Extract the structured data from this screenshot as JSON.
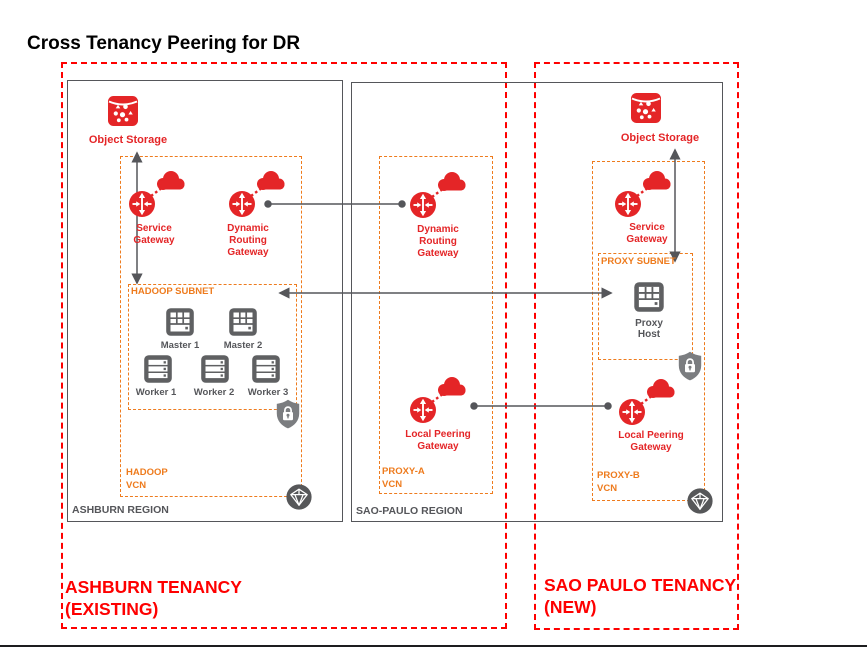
{
  "title": "Cross Tenancy Peering for DR",
  "colors": {
    "oracle_red": "#e42527",
    "tenancy_red": "#fe0000",
    "subnet_orange": "#ee7b1d",
    "icon_gray": "#5f6062",
    "line_gray": "#55565a"
  },
  "tenancies": {
    "ashburn": {
      "lines": [
        "ASHBURN TENANCY",
        "(EXISTING)"
      ]
    },
    "sao_paulo": {
      "lines": [
        "SAO PAULO TENANCY",
        "(NEW)"
      ]
    }
  },
  "regions": {
    "ashburn": {
      "label": "ASHBURN REGION"
    },
    "sao_paulo": {
      "label": "SAO-PAULO REGION"
    }
  },
  "object_storage": {
    "ashburn": {
      "label": "Object Storage"
    },
    "sao_paulo": {
      "label": "Object Storage"
    }
  },
  "vcns": {
    "hadoop": {
      "lines": [
        "HADOOP",
        "VCN"
      ]
    },
    "proxy_a": {
      "lines": [
        "PROXY-A",
        "VCN"
      ]
    },
    "proxy_b": {
      "lines": [
        "PROXY-B",
        "VCN"
      ]
    }
  },
  "subnets": {
    "hadoop": {
      "label": "HADOOP SUBNET"
    },
    "proxy": {
      "label": "PROXY SUBNET"
    }
  },
  "gateways": {
    "service_ashburn": {
      "lines": [
        "Service",
        "Gateway"
      ]
    },
    "drg_ashburn": {
      "lines": [
        "Dynamic",
        "Routing",
        "Gateway"
      ]
    },
    "drg_saopaulo": {
      "lines": [
        "Dynamic",
        "Routing",
        "Gateway"
      ]
    },
    "lpg_proxy_a": {
      "lines": [
        "Local Peering",
        "Gateway"
      ]
    },
    "service_saopaulo": {
      "lines": [
        "Service",
        "Gateway"
      ]
    },
    "lpg_proxy_b": {
      "lines": [
        "Local Peering",
        "Gateway"
      ]
    }
  },
  "hosts": {
    "master1": {
      "label": "Master 1"
    },
    "master2": {
      "label": "Master 2"
    },
    "worker1": {
      "label": "Worker 1"
    },
    "worker2": {
      "label": "Worker 2"
    },
    "worker3": {
      "label": "Worker 3"
    },
    "proxy_host": {
      "lines": [
        "Proxy",
        "Host"
      ]
    }
  },
  "icons": {
    "object_storage": "storage-cylinder-icon",
    "gateway": "gateway-router-cloud-icon",
    "master": "grid-host-icon",
    "worker": "server-stack-icon",
    "shield": "security-shield-lock-icon",
    "vcn_badge": "vcn-polygon-badge-icon"
  }
}
